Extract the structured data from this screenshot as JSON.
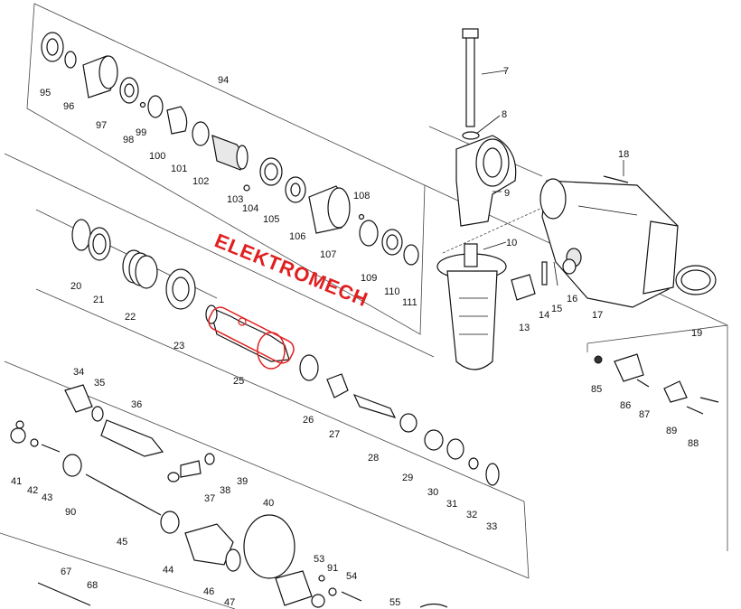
{
  "watermark": "ELEKTROMECH",
  "highlight_color": "#e02020",
  "labels": {
    "l94": "94",
    "l95": "95",
    "l96": "96",
    "l97": "97",
    "l98": "98",
    "l99": "99",
    "l100": "100",
    "l101": "101",
    "l102": "102",
    "l103": "103",
    "l104": "104",
    "l105": "105",
    "l106": "106",
    "l107": "107",
    "l108": "108",
    "l109": "109",
    "l110": "110",
    "l111": "111",
    "l7": "7",
    "l8": "8",
    "l9": "9",
    "l10": "10",
    "l13": "13",
    "l14": "14",
    "l15": "15",
    "l16": "16",
    "l17": "17",
    "l18": "18",
    "l19": "19",
    "l20": "20",
    "l21": "21",
    "l22": "22",
    "l23": "23",
    "l25": "25",
    "l26": "26",
    "l27": "27",
    "l28": "28",
    "l29": "29",
    "l30": "30",
    "l31": "31",
    "l32": "32",
    "l33": "33",
    "l34": "34",
    "l35": "35",
    "l36": "36",
    "l37": "37",
    "l38": "38",
    "l39": "39",
    "l40": "40",
    "l41": "41",
    "l42": "42",
    "l43": "43",
    "l44": "44",
    "l45": "45",
    "l46": "46",
    "l47": "47",
    "l53": "53",
    "l54": "54",
    "l55": "55",
    "l67": "67",
    "l68": "68",
    "l85": "85",
    "l86": "86",
    "l87": "87",
    "l88": "88",
    "l89": "89",
    "l90": "90",
    "l91": "91"
  }
}
